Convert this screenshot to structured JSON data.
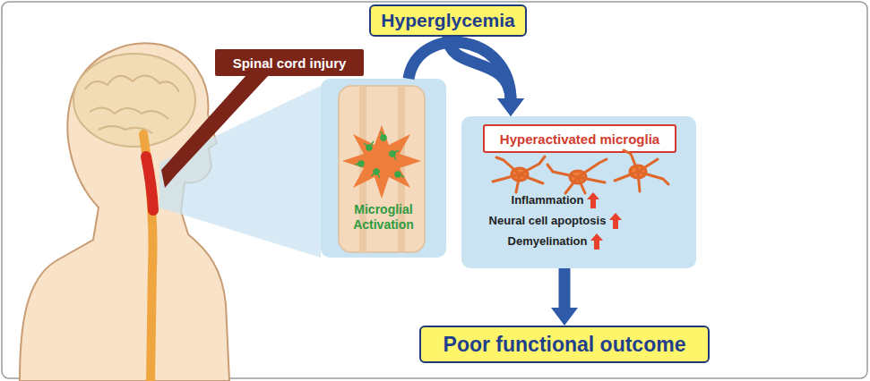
{
  "diagram": {
    "nodes": [
      {
        "text": [
          "Hyperglycemia"
        ]
      },
      {
        "text": [
          "Spinal cord injury"
        ]
      },
      {
        "text": [
          "Microglial Activation"
        ]
      },
      {
        "text": [
          "Inflammation",
          "Neural cell apoptosis",
          "Demyelination"
        ]
      },
      {
        "text": [
          "Hyperactivated microglia"
        ],
        "in": 3
      },
      {
        "text": [
          "Poor functional outcome"
        ]
      }
    ],
    "edges": [
      {
        "from": 0,
        "to": 3,
        "arrow": "to"
      },
      {
        "from": 2,
        "to": 3,
        "arrow": "to"
      },
      {
        "from": 3,
        "to": 5,
        "arrow": "to"
      }
    ]
  }
}
